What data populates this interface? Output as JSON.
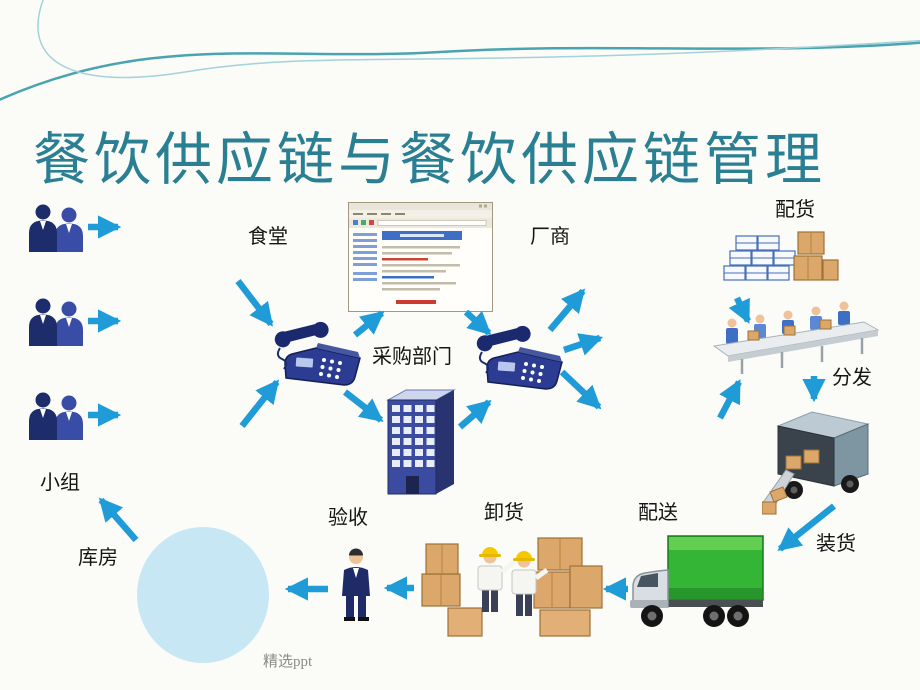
{
  "slide": {
    "title": "餐饮供应链与餐饮供应链管理",
    "footer": "精选ppt"
  },
  "labels": {
    "canteen": "食堂",
    "vendor": "厂商",
    "purchasing_dept": "采购部门",
    "picking": "配货",
    "distribute": "分发",
    "loading": "装货",
    "delivery": "配送",
    "unloading": "卸货",
    "inspection": "验收",
    "team": "小组",
    "warehouse": "库房"
  },
  "colors": {
    "title-color": "#2a7f93",
    "arrow": "#1f9cd7",
    "circle-fill": "#c7e7f5",
    "wave-dark": "#49a3b0",
    "wave-light": "#a3d2da",
    "bg": "#fbfbf8"
  }
}
